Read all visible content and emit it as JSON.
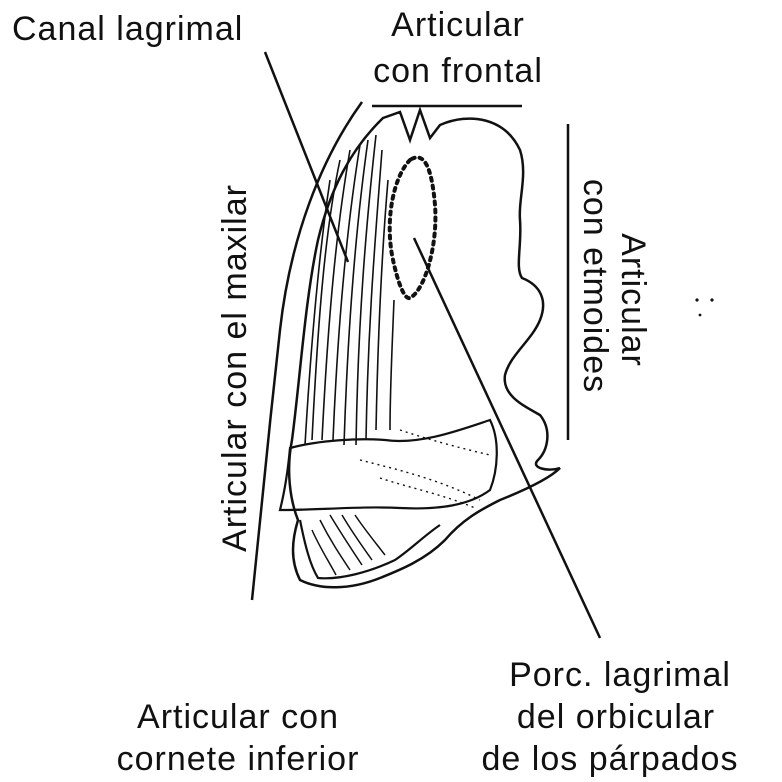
{
  "labels": {
    "canal_lagrimal": "Canal lagrimal",
    "articular_frontal_1": "Articular",
    "articular_frontal_2": "con frontal",
    "articular_maxilar": "Articular con el maxilar",
    "articular_etmoides_1": "Articular",
    "articular_etmoides_2": "con etmoides",
    "porc_lagrimal_1": "Porc. lagrimal",
    "porc_lagrimal_2": "del orbicular",
    "porc_lagrimal_3": "de los párpados",
    "cornete_1": "Articular con",
    "cornete_2": "cornete inferior"
  },
  "colors": {
    "ink": "#111111",
    "background": "#ffffff"
  }
}
